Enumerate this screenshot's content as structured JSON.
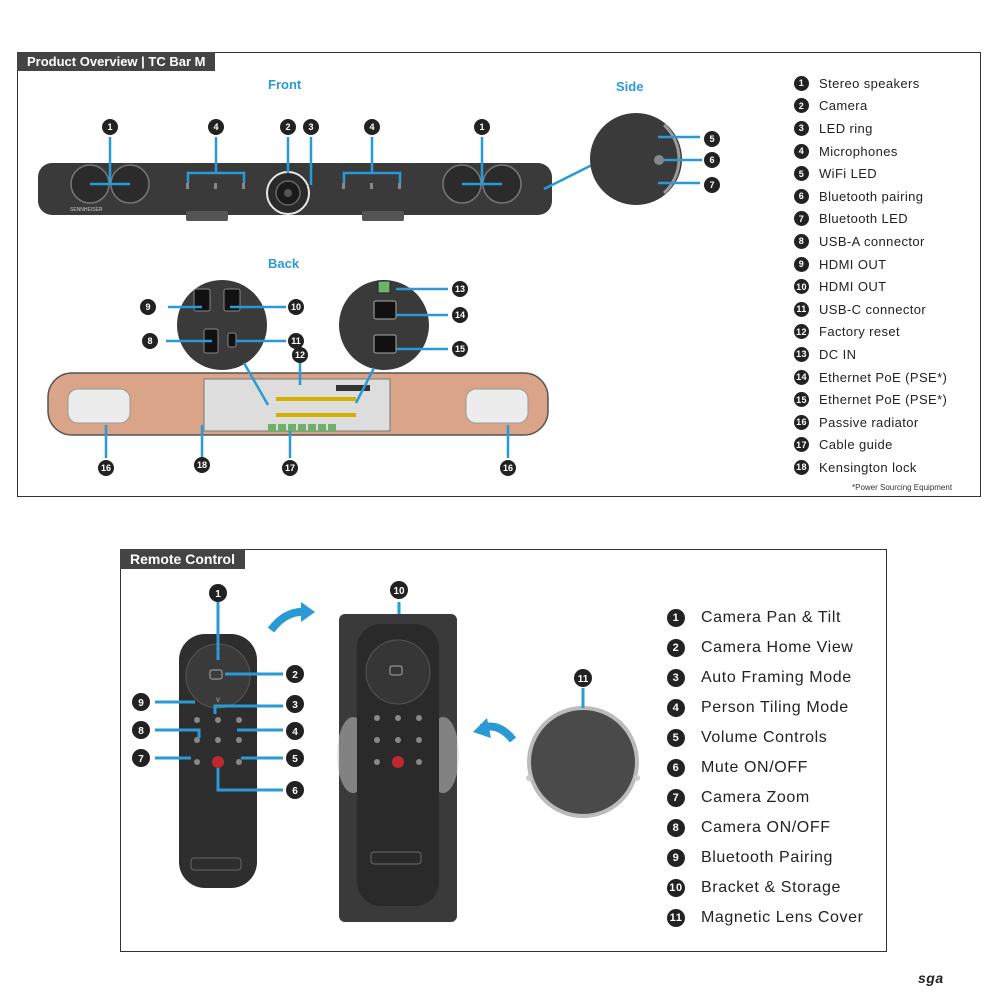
{
  "product_panel": {
    "tab_title": "Product Overview | TC Bar M",
    "front_label": "Front",
    "side_label": "Side",
    "back_label": "Back",
    "brand_text": "SENNHEISER",
    "legend": [
      {
        "num": "1",
        "label": "Stereo speakers"
      },
      {
        "num": "2",
        "label": "Camera"
      },
      {
        "num": "3",
        "label": "LED ring"
      },
      {
        "num": "4",
        "label": "Microphones"
      },
      {
        "num": "5",
        "label": "WiFi LED"
      },
      {
        "num": "6",
        "label": "Bluetooth pairing"
      },
      {
        "num": "7",
        "label": "Bluetooth LED"
      },
      {
        "num": "8",
        "label": "USB-A connector"
      },
      {
        "num": "9",
        "label": "HDMI OUT"
      },
      {
        "num": "10",
        "label": "HDMI OUT"
      },
      {
        "num": "11",
        "label": "USB-C connector"
      },
      {
        "num": "12",
        "label": "Factory reset"
      },
      {
        "num": "13",
        "label": "DC IN"
      },
      {
        "num": "14",
        "label": "Ethernet PoE (PSE*)"
      },
      {
        "num": "15",
        "label": "Ethernet PoE (PSE*)"
      },
      {
        "num": "16",
        "label": "Passive radiator"
      },
      {
        "num": "17",
        "label": "Cable guide"
      },
      {
        "num": "18",
        "label": "Kensington lock"
      }
    ],
    "footnote": "*Power Sourcing Equipment"
  },
  "remote_panel": {
    "tab_title": "Remote Control",
    "legend": [
      {
        "num": "1",
        "label": "Camera Pan & Tilt"
      },
      {
        "num": "2",
        "label": "Camera Home View"
      },
      {
        "num": "3",
        "label": "Auto Framing Mode"
      },
      {
        "num": "4",
        "label": "Person Tiling Mode"
      },
      {
        "num": "5",
        "label": "Volume Controls"
      },
      {
        "num": "6",
        "label": "Mute ON/OFF"
      },
      {
        "num": "7",
        "label": "Camera Zoom"
      },
      {
        "num": "8",
        "label": "Camera ON/OFF"
      },
      {
        "num": "9",
        "label": "Bluetooth Pairing"
      },
      {
        "num": "10",
        "label": "Bracket & Storage"
      },
      {
        "num": "11",
        "label": "Magnetic Lens Cover"
      }
    ]
  },
  "corner_logo": "sga",
  "colors": {
    "callout_blue": "#2a9ad6",
    "device_dark": "#3a3a3a",
    "back_copper": "#d9a487",
    "connector_green": "#6fb06a"
  }
}
